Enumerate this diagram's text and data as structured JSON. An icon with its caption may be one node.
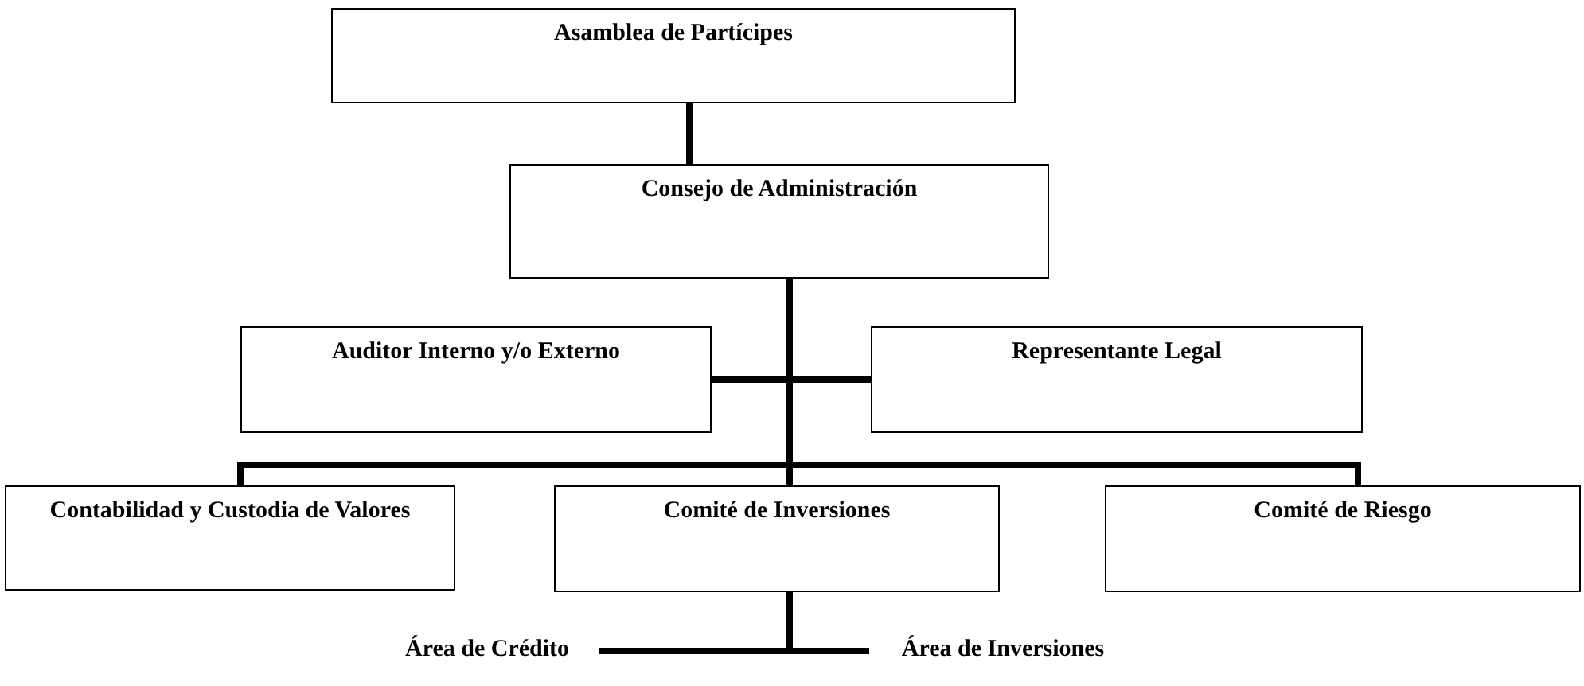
{
  "diagram": {
    "nodes": [
      {
        "text": [
          "Asamblea de  Partícipes"
        ]
      },
      {
        "text": [
          "Consejo de Administración"
        ]
      },
      {
        "text": [
          "Auditor Interno y/o Externo"
        ]
      },
      {
        "text": [
          "Representante Legal"
        ]
      },
      {
        "text": [
          "Contabilidad y Custodia de Valores"
        ]
      },
      {
        "text": [
          "Comité de Inversiones"
        ]
      },
      {
        "text": [
          "Comité de Riesgo"
        ]
      },
      {
        "text": [
          "Área de Crédito"
        ]
      },
      {
        "text": [
          "Área de Inversiones"
        ]
      }
    ],
    "edges": [
      {
        "from": 0,
        "to": 1,
        "arrow": "none"
      },
      {
        "from": 1,
        "to": 2,
        "arrow": "none"
      },
      {
        "from": 1,
        "to": 3,
        "arrow": "none"
      },
      {
        "from": 1,
        "to": 4,
        "arrow": "none"
      },
      {
        "from": 1,
        "to": 5,
        "arrow": "none"
      },
      {
        "from": 1,
        "to": 6,
        "arrow": "none"
      },
      {
        "from": 5,
        "to": 7,
        "arrow": "none"
      },
      {
        "from": 5,
        "to": 8,
        "arrow": "none"
      }
    ]
  }
}
